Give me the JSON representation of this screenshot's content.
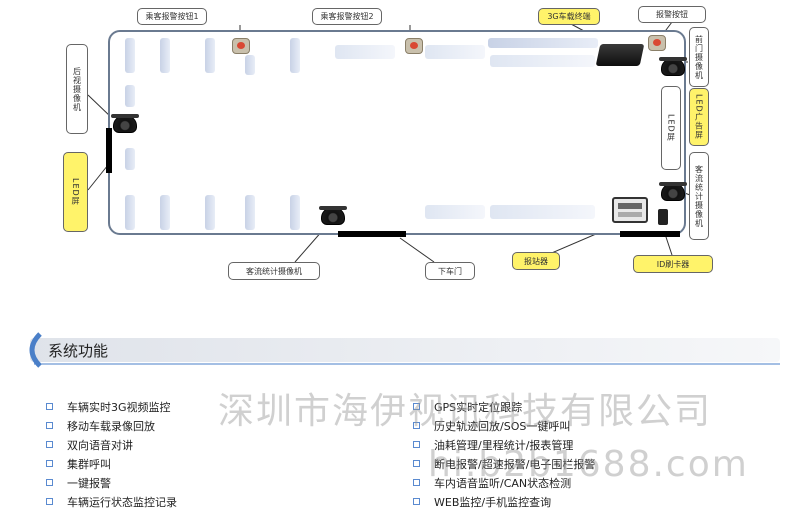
{
  "labels": {
    "passenger_alarm_1": "乘客报警按钮1",
    "passenger_alarm_2": "乘客报警按钮2",
    "vehicle_terminal_3g": "3G车载终端",
    "alarm_button": "报警按钮",
    "front_door_camera": "前门摄像机",
    "rear_camera": "后视摄像机",
    "led_ad_screen": "LED广告屏",
    "led_screen_inner": "LED屏",
    "led_screen_left": "LED屏",
    "passenger_flow_camera_right": "客流统计摄像机",
    "passenger_flow_camera_bottom": "客流统计摄像机",
    "exit_door": "下车门",
    "station_reporter": "报站器",
    "id_card_reader": "ID刷卡器"
  },
  "section": {
    "title": "系统功能"
  },
  "features_left": [
    "车辆实时3G视频监控",
    "移动车载录像回放",
    "双向语音对讲",
    "集群呼叫",
    "一键报警",
    "车辆运行状态监控记录"
  ],
  "features_right": [
    "GPS实时定位跟踪",
    "历史轨迹回放/SOS一键呼叫",
    "油耗管理/里程统计/报表管理",
    "断电报警/超速报警/电子围栏报警",
    "车内语音监听/CAN状态检测",
    "WEB监控/手机监控查询"
  ],
  "watermark": {
    "company": "深圳市海伊视讯科技有限公司",
    "url": "hi.b2b1688.com"
  },
  "colors": {
    "highlight": "#fff36a",
    "accent": "#4a7fc8",
    "bus_outline": "#6a7a90"
  }
}
